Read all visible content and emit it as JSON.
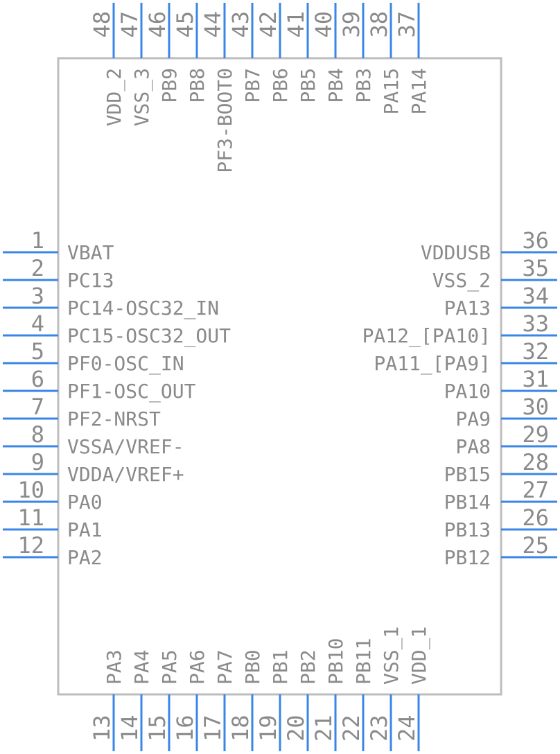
{
  "diagram": {
    "type": "ic-pinout",
    "pins": [
      {
        "num": "1",
        "label": "VBAT",
        "side": "left"
      },
      {
        "num": "2",
        "label": "PC13",
        "side": "left"
      },
      {
        "num": "3",
        "label": "PC14-OSC32_IN",
        "side": "left"
      },
      {
        "num": "4",
        "label": "PC15-OSC32_OUT",
        "side": "left"
      },
      {
        "num": "5",
        "label": "PF0-OSC_IN",
        "side": "left"
      },
      {
        "num": "6",
        "label": "PF1-OSC_OUT",
        "side": "left"
      },
      {
        "num": "7",
        "label": "PF2-NRST",
        "side": "left"
      },
      {
        "num": "8",
        "label": "VSSA/VREF-",
        "side": "left"
      },
      {
        "num": "9",
        "label": "VDDA/VREF+",
        "side": "left"
      },
      {
        "num": "10",
        "label": "PA0",
        "side": "left"
      },
      {
        "num": "11",
        "label": "PA1",
        "side": "left"
      },
      {
        "num": "12",
        "label": "PA2",
        "side": "left"
      },
      {
        "num": "13",
        "label": "PA3",
        "side": "bottom"
      },
      {
        "num": "14",
        "label": "PA4",
        "side": "bottom"
      },
      {
        "num": "15",
        "label": "PA5",
        "side": "bottom"
      },
      {
        "num": "16",
        "label": "PA6",
        "side": "bottom"
      },
      {
        "num": "17",
        "label": "PA7",
        "side": "bottom"
      },
      {
        "num": "18",
        "label": "PB0",
        "side": "bottom"
      },
      {
        "num": "19",
        "label": "PB1",
        "side": "bottom"
      },
      {
        "num": "20",
        "label": "PB2",
        "side": "bottom"
      },
      {
        "num": "21",
        "label": "PB10",
        "side": "bottom"
      },
      {
        "num": "22",
        "label": "PB11",
        "side": "bottom"
      },
      {
        "num": "23",
        "label": "VSS_1",
        "side": "bottom"
      },
      {
        "num": "24",
        "label": "VDD_1",
        "side": "bottom"
      },
      {
        "num": "25",
        "label": "PB12",
        "side": "right"
      },
      {
        "num": "26",
        "label": "PB13",
        "side": "right"
      },
      {
        "num": "27",
        "label": "PB14",
        "side": "right"
      },
      {
        "num": "28",
        "label": "PB15",
        "side": "right"
      },
      {
        "num": "29",
        "label": "PA8",
        "side": "right"
      },
      {
        "num": "30",
        "label": "PA9",
        "side": "right"
      },
      {
        "num": "31",
        "label": "PA10",
        "side": "right"
      },
      {
        "num": "32",
        "label": "PA11_[PA9]",
        "side": "right"
      },
      {
        "num": "33",
        "label": "PA12_[PA10]",
        "side": "right"
      },
      {
        "num": "34",
        "label": "PA13",
        "side": "right"
      },
      {
        "num": "35",
        "label": "VSS_2",
        "side": "right"
      },
      {
        "num": "36",
        "label": "VDDUSB",
        "side": "right"
      },
      {
        "num": "37",
        "label": "PA14",
        "side": "top"
      },
      {
        "num": "38",
        "label": "PA15",
        "side": "top"
      },
      {
        "num": "39",
        "label": "PB3",
        "side": "top"
      },
      {
        "num": "40",
        "label": "PB4",
        "side": "top"
      },
      {
        "num": "41",
        "label": "PB5",
        "side": "top"
      },
      {
        "num": "42",
        "label": "PB6",
        "side": "top"
      },
      {
        "num": "43",
        "label": "PB7",
        "side": "top"
      },
      {
        "num": "44",
        "label": "PF3-BOOT0",
        "side": "top"
      },
      {
        "num": "45",
        "label": "PB8",
        "side": "top"
      },
      {
        "num": "46",
        "label": "PB9",
        "side": "top"
      },
      {
        "num": "47",
        "label": "VSS_3",
        "side": "top"
      },
      {
        "num": "48",
        "label": "VDD_2",
        "side": "top"
      }
    ],
    "colors": {
      "pin": "#3a86e6",
      "text": "#8a8a8a",
      "body_outline": "#bdbdbd"
    }
  }
}
